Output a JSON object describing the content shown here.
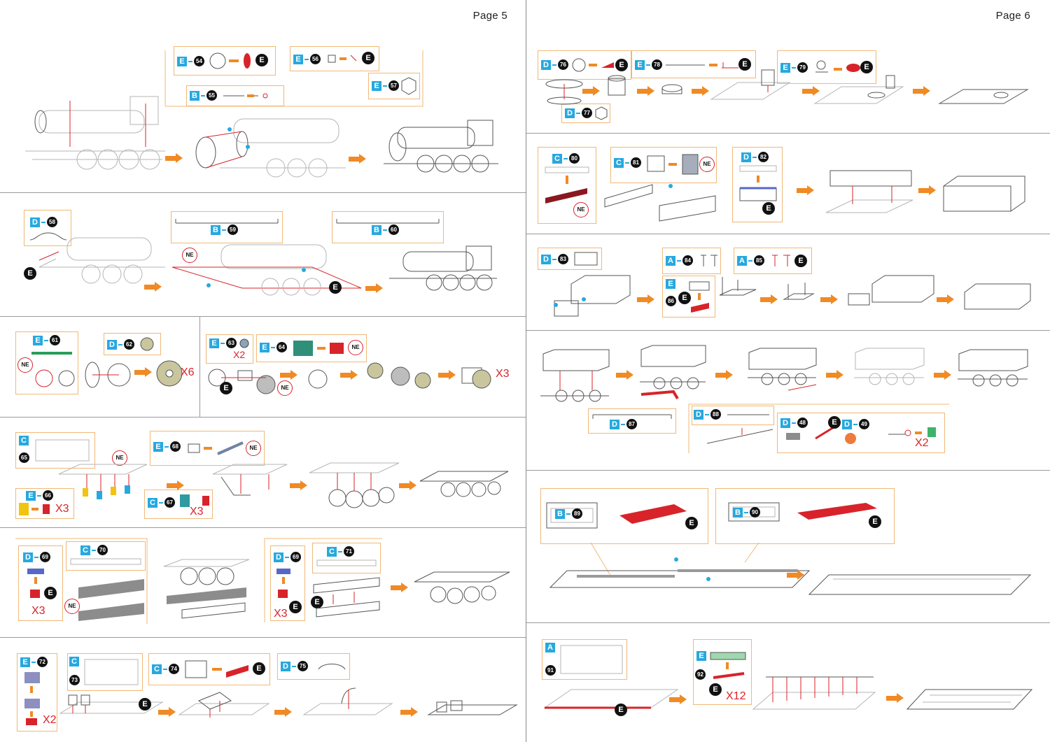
{
  "pages": {
    "left_label": "Page 5",
    "right_label": "Page 6"
  },
  "labels": {
    "E": "E",
    "D": "D",
    "B": "B",
    "C": "C",
    "A": "A",
    "NE": "NE",
    "x2": "X2",
    "x3": "X3",
    "x6": "X6",
    "x12": "X12"
  },
  "steps": {
    "s54": "54",
    "s55": "55",
    "s56": "56",
    "s57": "57",
    "s58": "58",
    "s59": "59",
    "s60": "60",
    "s61": "61",
    "s62": "62",
    "s63": "63",
    "s64": "64",
    "s65": "65",
    "s66": "66",
    "s67": "67",
    "s68": "68",
    "s69": "69",
    "s70": "70",
    "s71": "71",
    "s72": "72",
    "s73": "73",
    "s74": "74",
    "s75": "75",
    "s76": "76",
    "s77": "77",
    "s78": "78",
    "s79": "79",
    "s80": "80",
    "s81": "81",
    "s82": "82",
    "s83": "83",
    "s84": "84",
    "s85": "85",
    "s86": "86",
    "s87": "87",
    "s88": "88",
    "s48": "48",
    "s49": "49",
    "s89": "89",
    "s90": "90",
    "s91": "91",
    "s92": "92"
  },
  "colors": {
    "accent_orange": "#f08a24",
    "callout_border": "#f0b877",
    "sheet_blue": "#27a8df",
    "error_red": "#d8232a"
  }
}
